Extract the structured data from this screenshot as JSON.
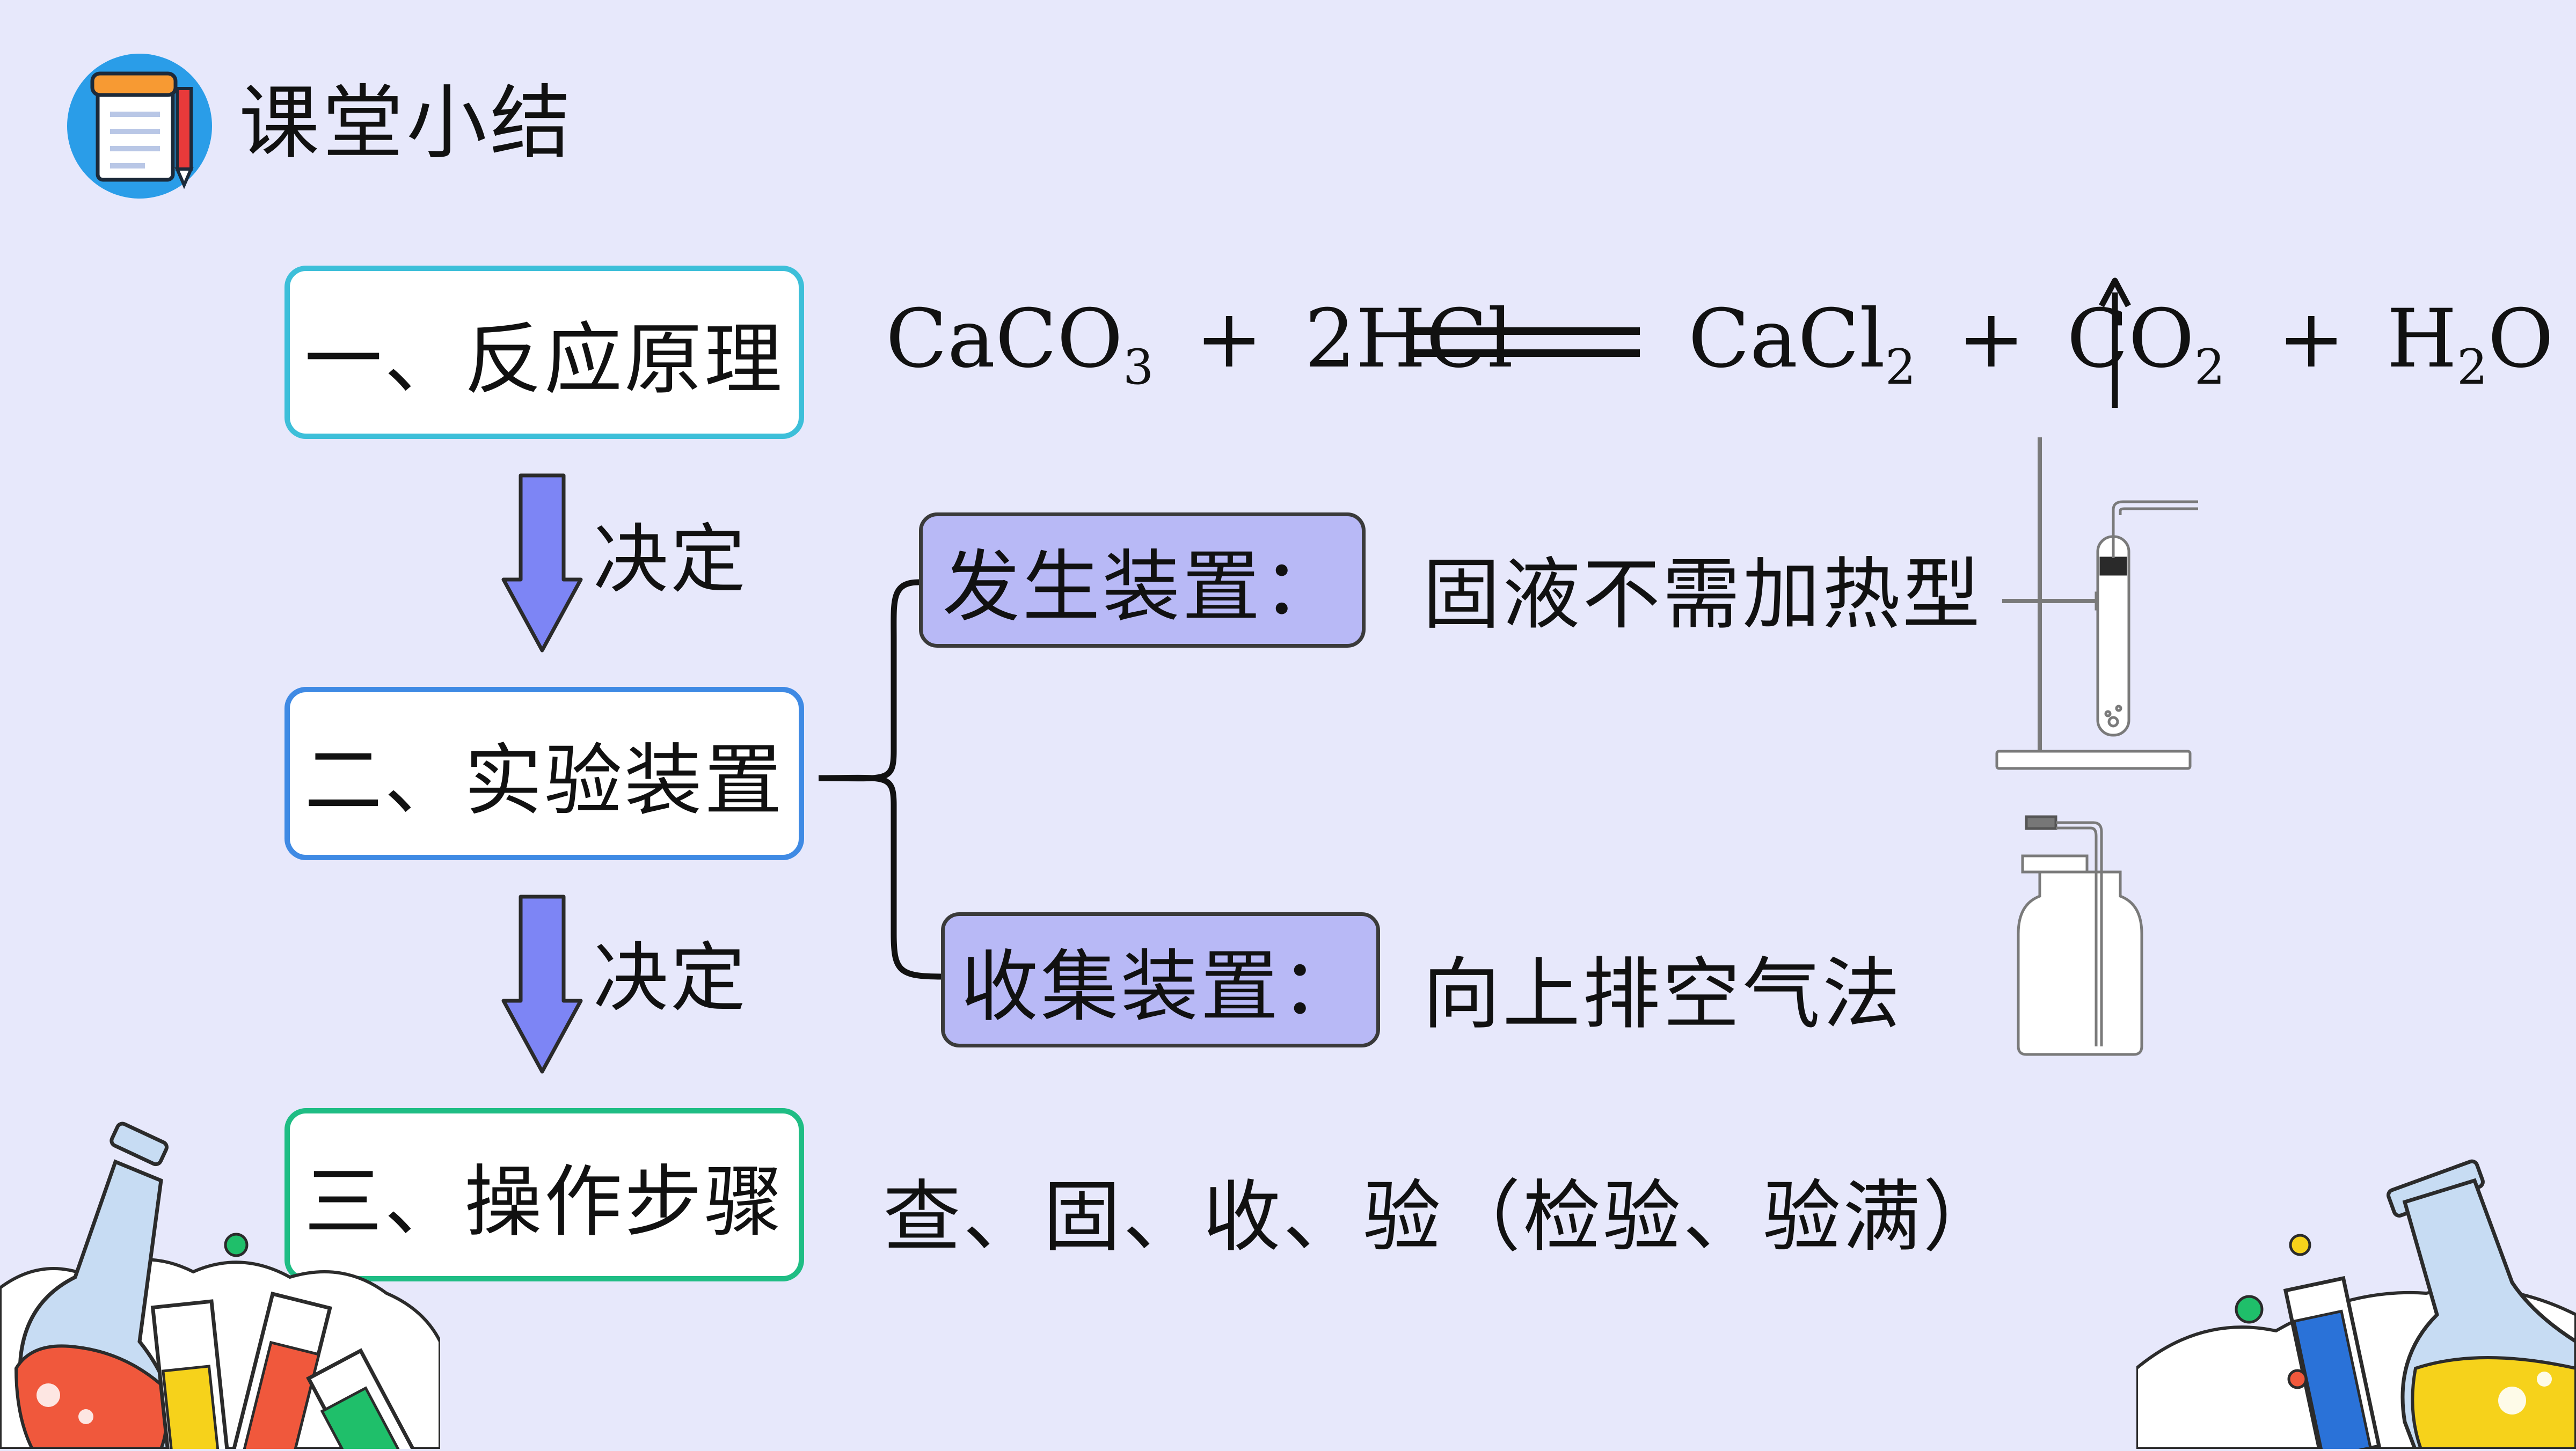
{
  "header": {
    "title": "课堂小结",
    "icon": "notebook-icon"
  },
  "steps": [
    {
      "label": "一、反应原理",
      "color": "#3dbfd9"
    },
    {
      "label": "二、实验装置",
      "color": "#3f8ae4"
    },
    {
      "label": "三、操作步骤",
      "color": "#1fbd84"
    }
  ],
  "decide_label": "决定",
  "equation": {
    "r1": "CaCO",
    "r1_sub": "3",
    "plus1": "+",
    "r2": "2HCl",
    "p1": "CaCl",
    "p1_sub": "2",
    "plus2": "+",
    "p2": "CO",
    "p2_sub": "2",
    "plus3": "+",
    "p3a": "H",
    "p3_sub": "2",
    "p3b": "O"
  },
  "apparatus": {
    "generator": {
      "label": "发生装置：",
      "value": "固液不需加热型"
    },
    "collector": {
      "label": "收集装置：",
      "value": "向上排空气法"
    }
  },
  "procedure": "查、固、收、验（检验、验满）",
  "colors": {
    "background": "#e7e8fb",
    "arrow": "#7d85f5",
    "subbox": "#b8b9f6"
  }
}
